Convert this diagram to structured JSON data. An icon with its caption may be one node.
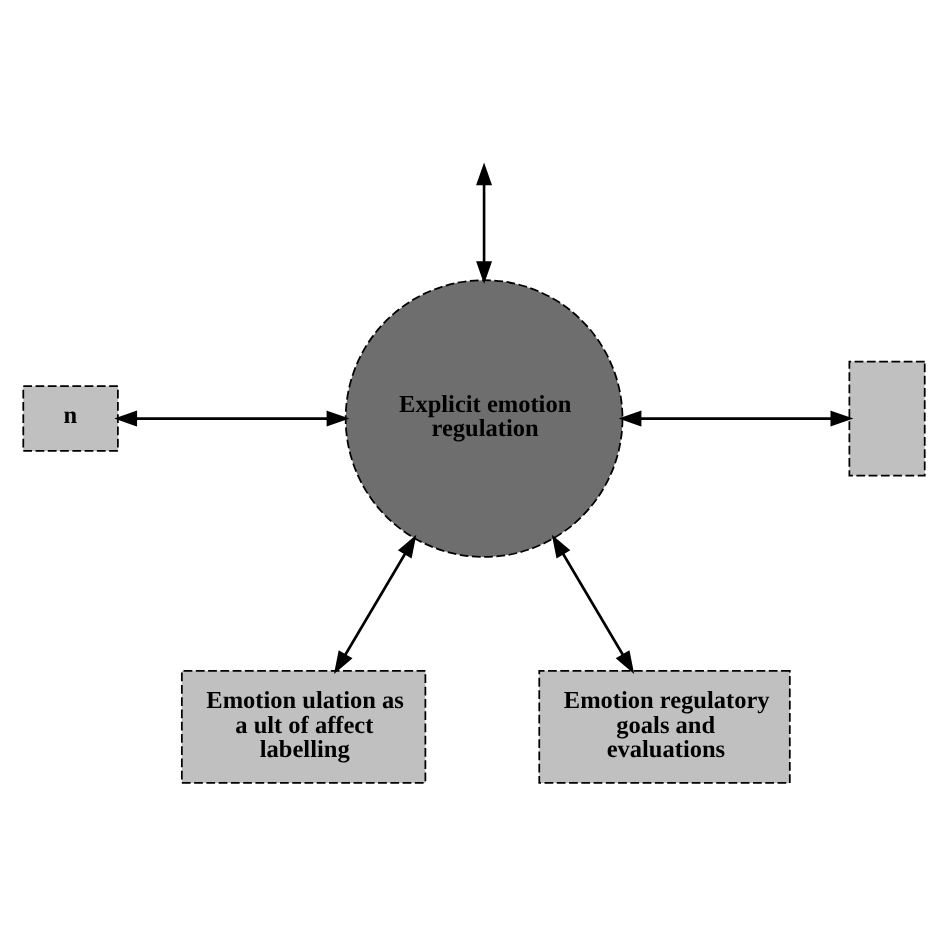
{
  "diagram": {
    "nodes": [
      {
        "text": [
          "n"
        ]
      },
      {
        "text": [
          "Explicit emotion regulation"
        ]
      },
      {
        "text": [],
        "shape": "box"
      },
      {
        "text": [
          "Emotion ulation as a ult of affect labelling"
        ]
      },
      {
        "text": [
          "Emotion regulatory goals and evaluations"
        ]
      }
    ],
    "edges": [
      {
        "from": 1,
        "to": null,
        "arrow": "both"
      },
      {
        "from": 1,
        "to": 0,
        "arrow": "both"
      },
      {
        "from": 1,
        "to": 2,
        "arrow": "both"
      },
      {
        "from": 1,
        "to": 3,
        "arrow": "both"
      },
      {
        "from": 1,
        "to": 4,
        "arrow": "both"
      }
    ]
  }
}
